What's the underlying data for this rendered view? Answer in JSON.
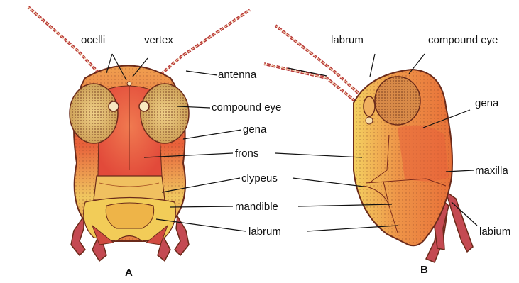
{
  "labels_a": {
    "ocelli": "ocelli",
    "vertex": "vertex",
    "antenna": "antenna",
    "compound_eye": "compound eye",
    "gena": "gena",
    "frons": "frons",
    "clypeus": "clypeus",
    "mandible": "mandible",
    "labrum": "labrum"
  },
  "labels_b": {
    "labrum": "labrum",
    "compound_eye": "compound eye",
    "gena": "gena",
    "maxilla": "maxilla",
    "labium": "labium"
  },
  "panel_labels": {
    "a": "A",
    "b": "B"
  },
  "colors": {
    "head_orange": "#e8703a",
    "head_yellow": "#f2d060",
    "eye": "#d8a858",
    "antenna_red": "#b8383a",
    "leg_red": "#c44a52",
    "outline": "#6a2a1a"
  }
}
